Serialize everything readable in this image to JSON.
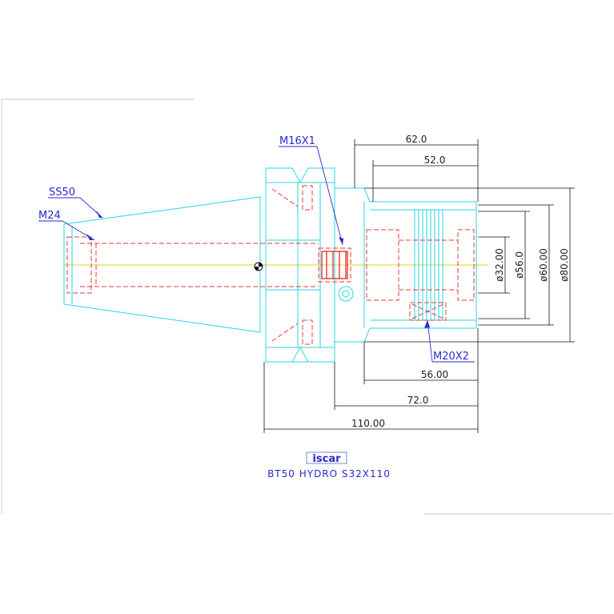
{
  "drawing": {
    "title": "BT50 HYDRO S32X110",
    "logo": "iscar",
    "callouts": {
      "ss50": "SS50",
      "m24": "M24",
      "m16": "M16X1",
      "m20": "M20X2"
    },
    "dimensions": {
      "d62": "62.0",
      "d52": "52.0",
      "d56": "56.00",
      "d72": "72.0",
      "d110": "110.00",
      "dia32": "ø32.00",
      "dia56": "ø56.0",
      "dia60": "ø60.00",
      "dia80": "ø80.00"
    }
  },
  "colors": {
    "outline": "#27d6e6",
    "hidden": "#e8392f",
    "centerline": "#e0d21a",
    "dimension": "#111111",
    "callout": "#2a2ad0",
    "frame": "#c8c8c8"
  }
}
